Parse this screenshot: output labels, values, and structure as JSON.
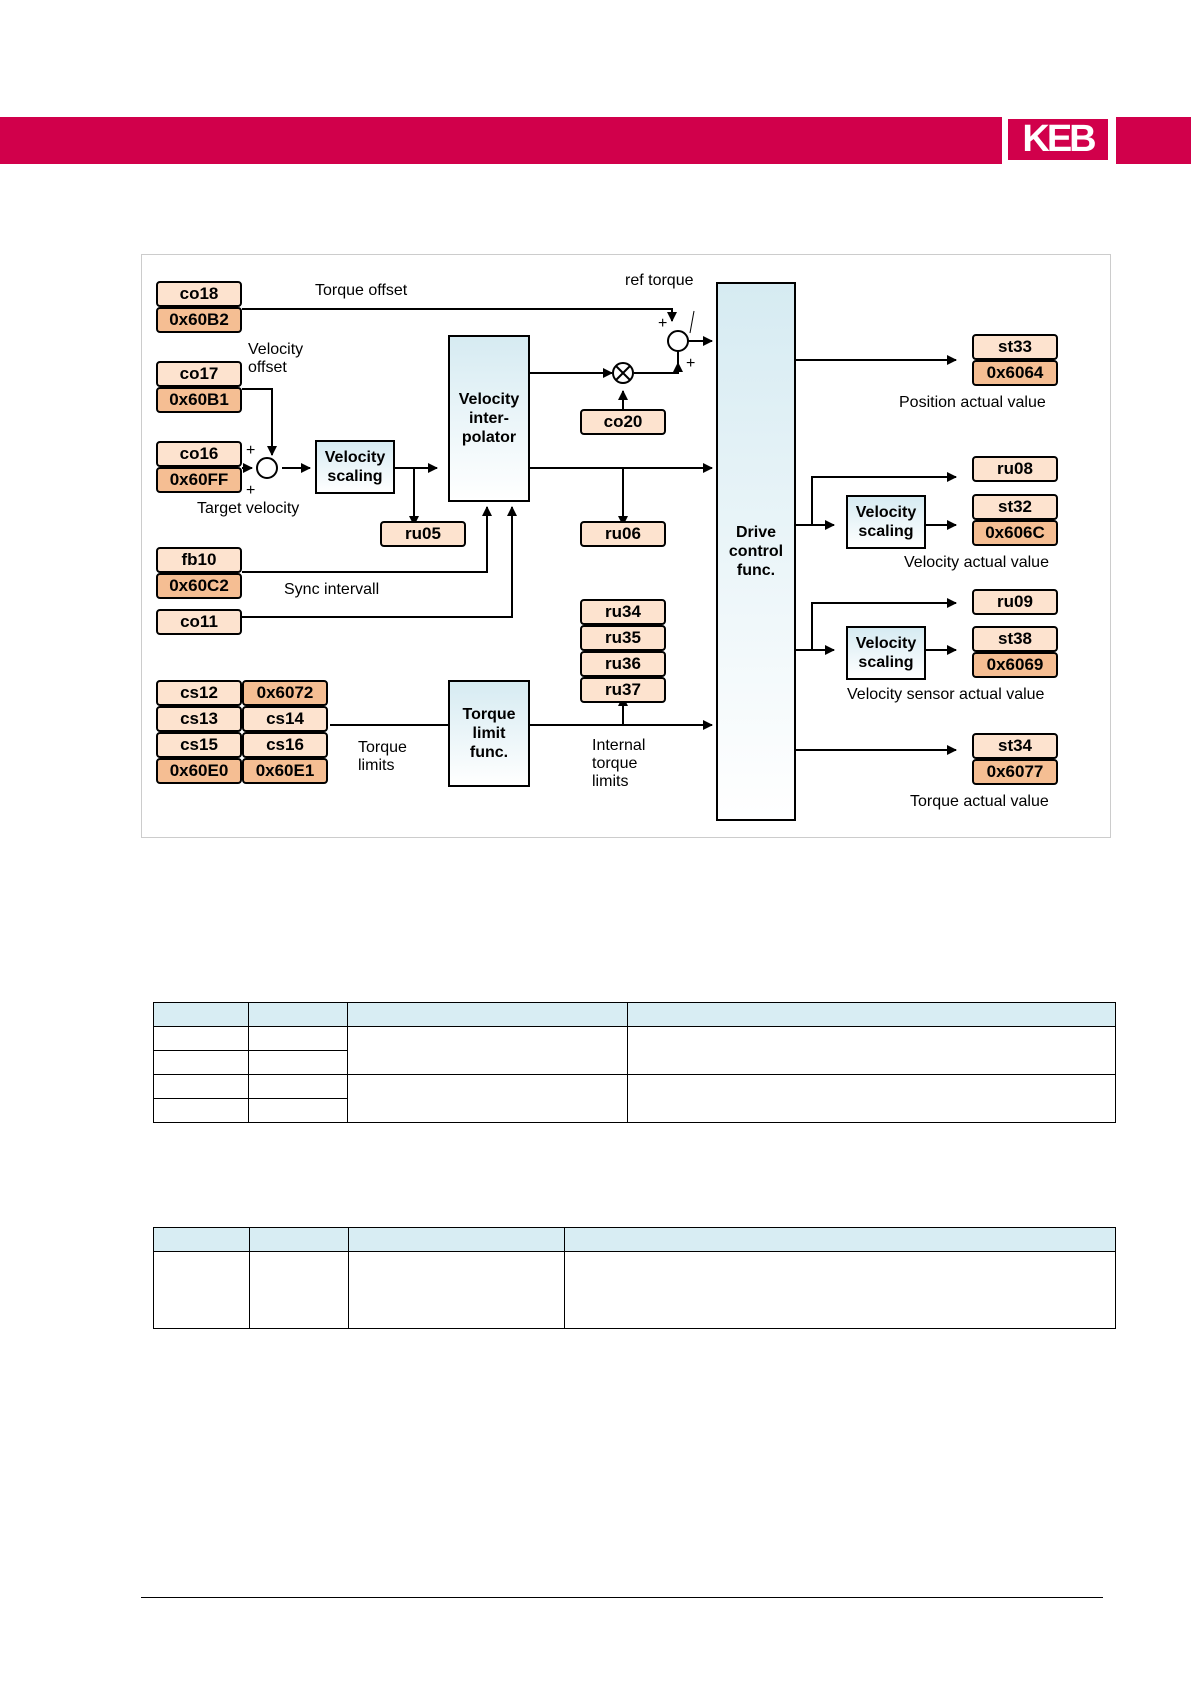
{
  "brand": {
    "logo_text": "KEB",
    "color": "#d1004b"
  },
  "diagram": {
    "labels": {
      "torque_offset": "Torque offset",
      "ref_torque": "ref torque",
      "velocity_offset": "Velocity\noffset",
      "target_velocity": "Target velocity",
      "sync_intervall": "Sync intervall",
      "torque_limits": "Torque\nlimits",
      "internal_torque_limits": "Internal\ntorque\nlimits",
      "position_actual_value": "Position actual value",
      "velocity_actual_value": "Velocity actual value",
      "velocity_sensor_actual_value": "Velocity sensor actual value",
      "torque_actual_value": "Torque actual value",
      "plus": "+",
      "multiply": "×"
    },
    "blocks": {
      "velocity_scaling_in": "Velocity\nscaling",
      "velocity_interpolator": "Velocity\ninter-\npolator",
      "torque_limit_func": "Torque\nlimit\nfunc.",
      "drive_control_func": "Drive\ncontrol\nfunc.",
      "velocity_scaling_out1": "Velocity\nscaling",
      "velocity_scaling_out2": "Velocity\nscaling"
    },
    "params": {
      "co18": "co18",
      "x60B2": "0x60B2",
      "co17": "co17",
      "x60B1": "0x60B1",
      "co16": "co16",
      "x60FF": "0x60FF",
      "fb10": "fb10",
      "x60C2": "0x60C2",
      "co11": "co11",
      "cs12": "cs12",
      "x6072": "0x6072",
      "cs13": "cs13",
      "cs14": "cs14",
      "cs15": "cs15",
      "cs16": "cs16",
      "x60E0": "0x60E0",
      "x60E1": "0x60E1",
      "ru05": "ru05",
      "co20": "co20",
      "ru06": "ru06",
      "ru34": "ru34",
      "ru35": "ru35",
      "ru36": "ru36",
      "ru37": "ru37",
      "st33": "st33",
      "x6064": "0x6064",
      "ru08": "ru08",
      "st32": "st32",
      "x606C": "0x606C",
      "ru09": "ru09",
      "st38": "st38",
      "x6069": "0x6069",
      "st34": "st34",
      "x6077": "0x6077"
    }
  },
  "tables": {
    "count": 2,
    "header_color": "#d8edf3"
  }
}
